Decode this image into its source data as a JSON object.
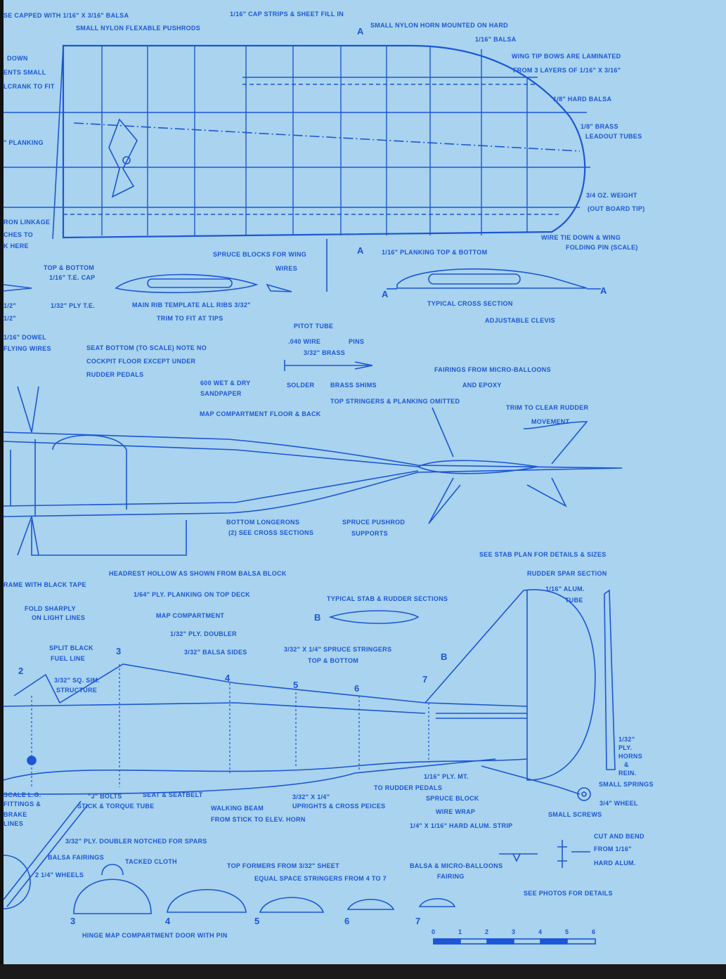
{
  "colors": {
    "paper": "#a9d3ee",
    "ink": "#1c56d6"
  },
  "wing": {
    "capped": "SE CAPPED WITH 1/16\" X 3/16\" BALSA",
    "pushrods": "SMALL NYLON FLEXABLE PUSHRODS",
    "cap_strips": "1/16\" CAP STRIPS & SHEET FILL IN",
    "nylon_horn": "SMALL NYLON HORN MOUNTED ON HARD",
    "section_a_top": "A",
    "balsa_116": "1/16\" BALSA",
    "tip_bows": "WING TIP BOWS ARE LAMINATED",
    "tip_layers": "FROM 3 LAYERS OF 1/16\" X 3/16\"",
    "hard_balsa": "1/8\" HARD BALSA",
    "brass": "1/8\" BRASS",
    "leadout": "LEADOUT TUBES",
    "weight": "3/4 OZ. WEIGHT",
    "outboard": "(OUT BOARD TIP)",
    "tie_down": "WIRE TIE DOWN & WING",
    "folding_pin": "FOLDING PIN (SCALE)",
    "down": "DOWN",
    "ents_small": "ENTS SMALL",
    "bellcrank": "LCRANK TO FIT",
    "planking": "\" PLANKING",
    "aileron_linkage": "RON LINKAGE",
    "ches_to": "CHES TO",
    "k_here": "K HERE",
    "spruce_blocks": "SPRUCE BLOCKS FOR WING",
    "wires": "WIRES",
    "section_a_bottom": "A",
    "planking_tb": "1/16\" PLANKING TOP & BOTTOM"
  },
  "ribs": {
    "top_bottom": "TOP & BOTTOM",
    "te_cap": "1/16\" T.E. CAP",
    "half_1": "1/2\"",
    "ply_te": "1/32\" PLY T.E.",
    "half_2": "1/2\"",
    "rib_template": "MAIN RIB TEMPLATE ALL RIBS 3/32\"",
    "trim_tips": "TRIM TO FIT AT TIPS",
    "a_left": "A",
    "a_right": "A",
    "typical_cross": "TYPICAL CROSS SECTION",
    "clevis": "ADJUSTABLE CLEVIS",
    "pitot": "PITOT TUBE",
    "dowel": "1/16\" DOWEL",
    "flying_wires": "FLYING WIRES",
    "wire040": ".040 WIRE",
    "pins": "PINS",
    "brass332": "3/32\" BRASS",
    "solder": "SOLDER",
    "shims": "BRASS SHIMS"
  },
  "fuselage_top": {
    "seat_bottom": "SEAT BOTTOM (TO SCALE) NOTE NO",
    "cockpit_floor": "COCKPIT FLOOR EXCEPT UNDER",
    "rudder_pedals": "RUDDER PEDALS",
    "fairings": "FAIRINGS FROM MICRO-BALLOONS",
    "epoxy": "AND EPOXY",
    "sandpaper_1": "600 WET & DRY",
    "sandpaper_2": "SANDPAPER",
    "stringers_omitted": "TOP STRINGERS & PLANKING OMITTED",
    "trim_rudder": "TRIM TO CLEAR RUDDER",
    "movement": "MOVEMENT",
    "map_floor": "MAP COMPARTMENT FLOOR & BACK",
    "longerons": "BOTTOM LONGERONS",
    "cross_sections": "(2) SEE CROSS SECTIONS",
    "spruce_pushrod": "SPRUCE PUSHROD",
    "supports": "SUPPORTS"
  },
  "side_view": {
    "stab_plan": "SEE STAB PLAN FOR DETAILS & SIZES",
    "headrest": "HEADREST HOLLOW AS SHOWN FROM BALSA BLOCK",
    "rudder_spar": "RUDDER SPAR SECTION",
    "black_tape": "RAME WITH BLACK TAPE",
    "ply_planking": "1/64\" PLY. PLANKING ON TOP DECK",
    "alum": "1/16\" ALUM.",
    "tube": "TUBE",
    "typical_stab": "TYPICAL STAB & RUDDER SECTIONS",
    "fold": "FOLD SHARPLY",
    "light_lines": "ON LIGHT LINES",
    "map_comp": "MAP COMPARTMENT",
    "b_left": "B",
    "b_right": "B",
    "ply_doubler": "1/32\" PLY. DOUBLER",
    "split_black": "SPLIT BLACK",
    "fuel_line": "FUEL LINE",
    "balsa_sides": "3/32\" BALSA SIDES",
    "spruce_stringers": "3/32\" X 1/4\" SPRUCE STRINGERS",
    "top_bottom": "TOP & BOTTOM",
    "st2": "2",
    "st3": "3",
    "st4": "4",
    "st5": "5",
    "st6": "6",
    "st7": "7",
    "sq_sim": "3/32\" SQ. SIM.",
    "structure": "STRUCTURE",
    "ply132": "1/32\"",
    "ply": "PLY.",
    "horns": "HORNS",
    "amp": "&",
    "rein": "REIN.",
    "springs": "SMALL SPRINGS",
    "ply_mt": "1/16\" PLY. MT.",
    "to_pedals": "TO RUDDER PEDALS",
    "uprights_1": "3/32\" X 1/4\"",
    "uprights_2": "UPRIGHTS & CROSS PEICES",
    "spruce_block": "SPRUCE BLOCK",
    "wire_wrap": "WIRE WRAP",
    "wheel34": "3/4\" WHEEL",
    "scale_lg": "SCALE L.G.",
    "fittings": "FITTINGS &",
    "brake": "BRAKE",
    "lines": "LINES",
    "j_bolts": "\"J\" BOLTS",
    "stick": "STICK & TORQUE TUBE",
    "seatbelt": "SEAT & SEATBELT",
    "walking_beam": "WALKING BEAM",
    "elev_horn": "FROM STICK TO ELEV. HORN",
    "small_screws": "SMALL SCREWS",
    "alum_strip": "1/4\" X 1/16\" HARD ALUM. STRIP",
    "doubler_notched": "3/32\" PLY. DOUBLER NOTCHED FOR SPARS",
    "cut_bend": "CUT AND BEND",
    "from116": "FROM 1/16\"",
    "hard_alum": "HARD ALUM.",
    "balsa_fairings": "BALSA FAIRINGS",
    "tacked_cloth": "TACKED CLOTH",
    "top_formers": "TOP FORMERS FROM 3/32\" SHEET",
    "micro_balloons": "BALSA & MICRO-BALLOONS",
    "fairing": "FAIRING",
    "equal_space": "EQUAL SPACE STRINGERS FROM 4 TO 7",
    "wheels": "2 1/4\" WHEELS",
    "photos": "SEE PHOTOS FOR DETAILS",
    "f3": "3",
    "f4": "4",
    "f5": "5",
    "f6": "6",
    "f7": "7",
    "hinge": "HINGE MAP COMPARTMENT DOOR WITH PIN"
  },
  "scale_bar": {
    "ticks": [
      "0",
      "1",
      "2",
      "3",
      "4",
      "5",
      "6"
    ]
  }
}
